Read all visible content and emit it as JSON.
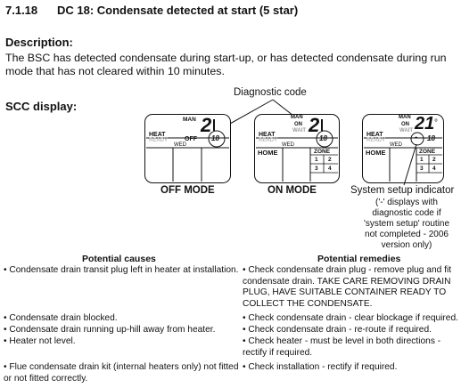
{
  "section": {
    "number": "7.1.18",
    "title": "DC 18: Condensate detected at start (5 star)"
  },
  "description": {
    "heading": "Description:",
    "text": "The BSC has detected condensate during start-up, or has detected condensate during run mode that has not cleared within 10 minutes."
  },
  "scc": {
    "heading": "SCC display:",
    "diagnostic_code_label": "Diagnostic code",
    "displays": [
      {
        "mode_label": "OFF MODE",
        "man": "MAN",
        "temp": "2",
        "heat": "HEAT",
        "ready": "READY",
        "status": "OFF",
        "day": "WED",
        "code": "18"
      },
      {
        "mode_label": "ON MODE",
        "man": "MAN",
        "on": "ON",
        "wait": "WAIT",
        "temp": "2",
        "heat": "HEAT",
        "ready": "READY",
        "day": "WED",
        "home": "HOME",
        "zone": "ZONE",
        "zones": [
          "1",
          "2",
          "3",
          "4"
        ],
        "code": "18"
      },
      {
        "man": "MAN",
        "on": "ON",
        "wait": "WAIT",
        "temp": "21",
        "heat": "HEAT",
        "ready": "READY",
        "day": "WED",
        "home": "HOME",
        "zone": "ZONE",
        "zones": [
          "1",
          "2",
          "3",
          "4"
        ],
        "dash": "-",
        "code": "18"
      }
    ],
    "system_setup": {
      "title": "System setup indicator",
      "note": "('-' displays with diagnostic code if 'system setup' routine not completed - 2006 version only)"
    }
  },
  "table": {
    "causes_heading": "Potential causes",
    "remedies_heading": "Potential remedies",
    "rows": [
      {
        "cause": "• Condensate drain transit plug left in heater at installation.",
        "remedy": "• Check condensate drain plug - remove plug and fit condensate drain. TAKE CARE REMOVING DRAIN PLUG, HAVE SUITABLE CONTAINER READY TO COLLECT THE CONDENSATE."
      },
      {
        "cause": "• Condensate drain blocked.",
        "remedy": "• Check condensate drain - clear blockage if required."
      },
      {
        "cause": "• Condensate drain running up-hill away from heater.",
        "remedy": "• Check condensate drain - re-route if required."
      },
      {
        "cause": "• Heater not level.",
        "remedy": "• Check heater - must be level in both directions - rectify if required."
      },
      {
        "cause": "• Flue condensate drain kit (internal heaters only) not fitted or not fitted correctly.",
        "remedy": "• Check installation - rectify if required."
      }
    ]
  }
}
